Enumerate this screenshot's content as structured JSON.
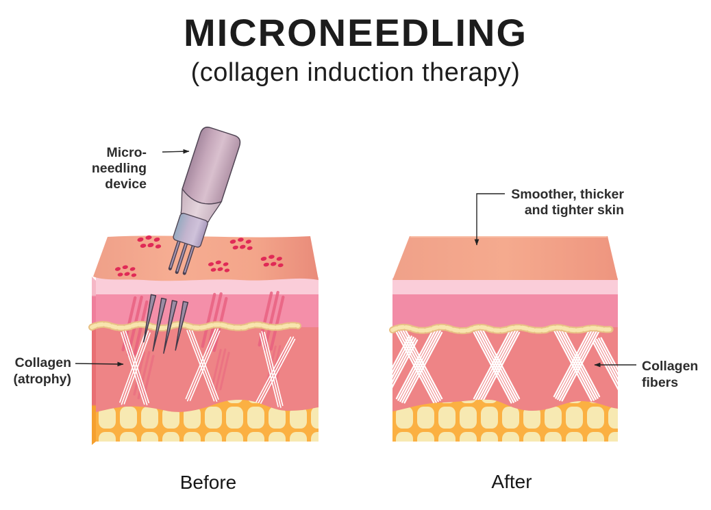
{
  "header": {
    "title": "MICRONEEDLING",
    "subtitle": "(collagen induction therapy)"
  },
  "labels": {
    "device": {
      "line1": "Micro-",
      "line2": "needling",
      "line3": "device"
    },
    "collagen_atrophy": {
      "line1": "Collagen",
      "line2": "(atrophy)"
    },
    "smoother": {
      "line1": "Smoother, thicker",
      "line2": "and tighter skin"
    },
    "collagen_fibers": {
      "line1": "Collagen",
      "line2": "fibers"
    },
    "before": "Before",
    "after": "After"
  },
  "colors": {
    "background": "#FFFFFF",
    "title_text": "#1C1C1C",
    "label_text": "#2D2D2D",
    "arrow": "#222222",
    "skin_surface": "#F5AA8E",
    "epidermis": "#FACDD9",
    "upper_dermis": "#F48FA9",
    "lower_dermis": "#EE8486",
    "membrane_bead": "#F8E5AE",
    "membrane_bead_outline": "#E8C185",
    "fat_background": "#FBB042",
    "fat_cell": "#F7E9B2",
    "micro_wound_dot": "#E02A56",
    "needle_channel": "#E85F7F",
    "collagen_fiber": "#FFFFFF",
    "needle_fill": "#9B8CA4",
    "needle_outline": "#433A49",
    "device_body": "#C9ABBE",
    "device_collar": "#C2B4CE"
  }
}
